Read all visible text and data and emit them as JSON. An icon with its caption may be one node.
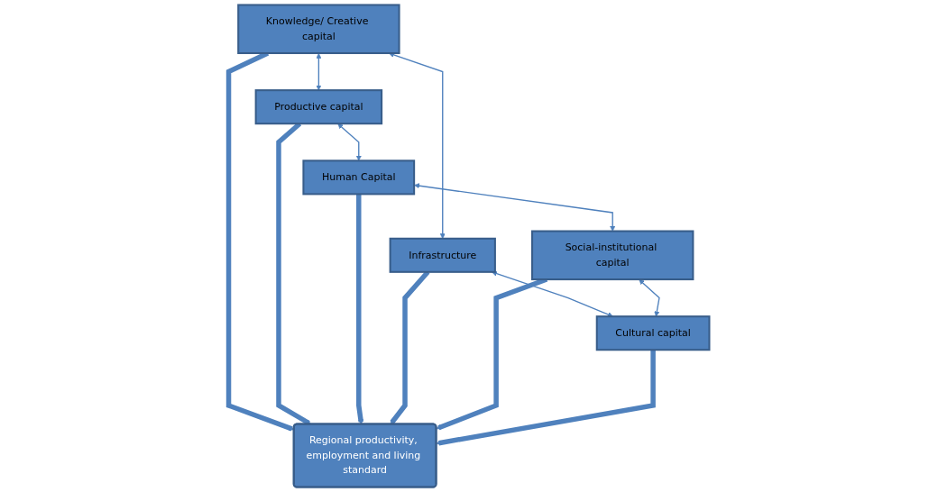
{
  "diagram": {
    "nodes": [
      {
        "text": [
          "Productive capital"
        ]
      },
      {
        "text": [
          "Knowledge/ Creative capital"
        ]
      },
      {
        "text": [
          "Human Capital"
        ]
      },
      {
        "text": [
          "Regional productivity, employment and living standard"
        ]
      },
      {
        "text": [
          "Infrastructure"
        ]
      },
      {
        "text": [
          "Social-institutional capital"
        ]
      },
      {
        "text": [
          "Cultural capital"
        ]
      }
    ],
    "edges": [
      {
        "from": 1,
        "to": 0,
        "arrow": "both"
      },
      {
        "from": 0,
        "to": 2,
        "arrow": "both"
      },
      {
        "from": 1,
        "to": 4,
        "arrow": "both"
      },
      {
        "from": 2,
        "to": 5,
        "arrow": "both"
      },
      {
        "from": 4,
        "to": 6,
        "arrow": "both"
      },
      {
        "from": 5,
        "to": 6,
        "arrow": "both"
      },
      {
        "from": 1,
        "to": 3,
        "arrow": "to",
        "style": "thick"
      },
      {
        "from": 0,
        "to": 3,
        "arrow": "to",
        "style": "thick"
      },
      {
        "from": 2,
        "to": 3,
        "arrow": "to",
        "style": "thick"
      },
      {
        "from": 4,
        "to": 3,
        "arrow": "to",
        "style": "thick"
      },
      {
        "from": 5,
        "to": 3,
        "arrow": "to",
        "style": "thick"
      },
      {
        "from": 6,
        "to": 3,
        "arrow": "to",
        "style": "thick"
      }
    ]
  }
}
